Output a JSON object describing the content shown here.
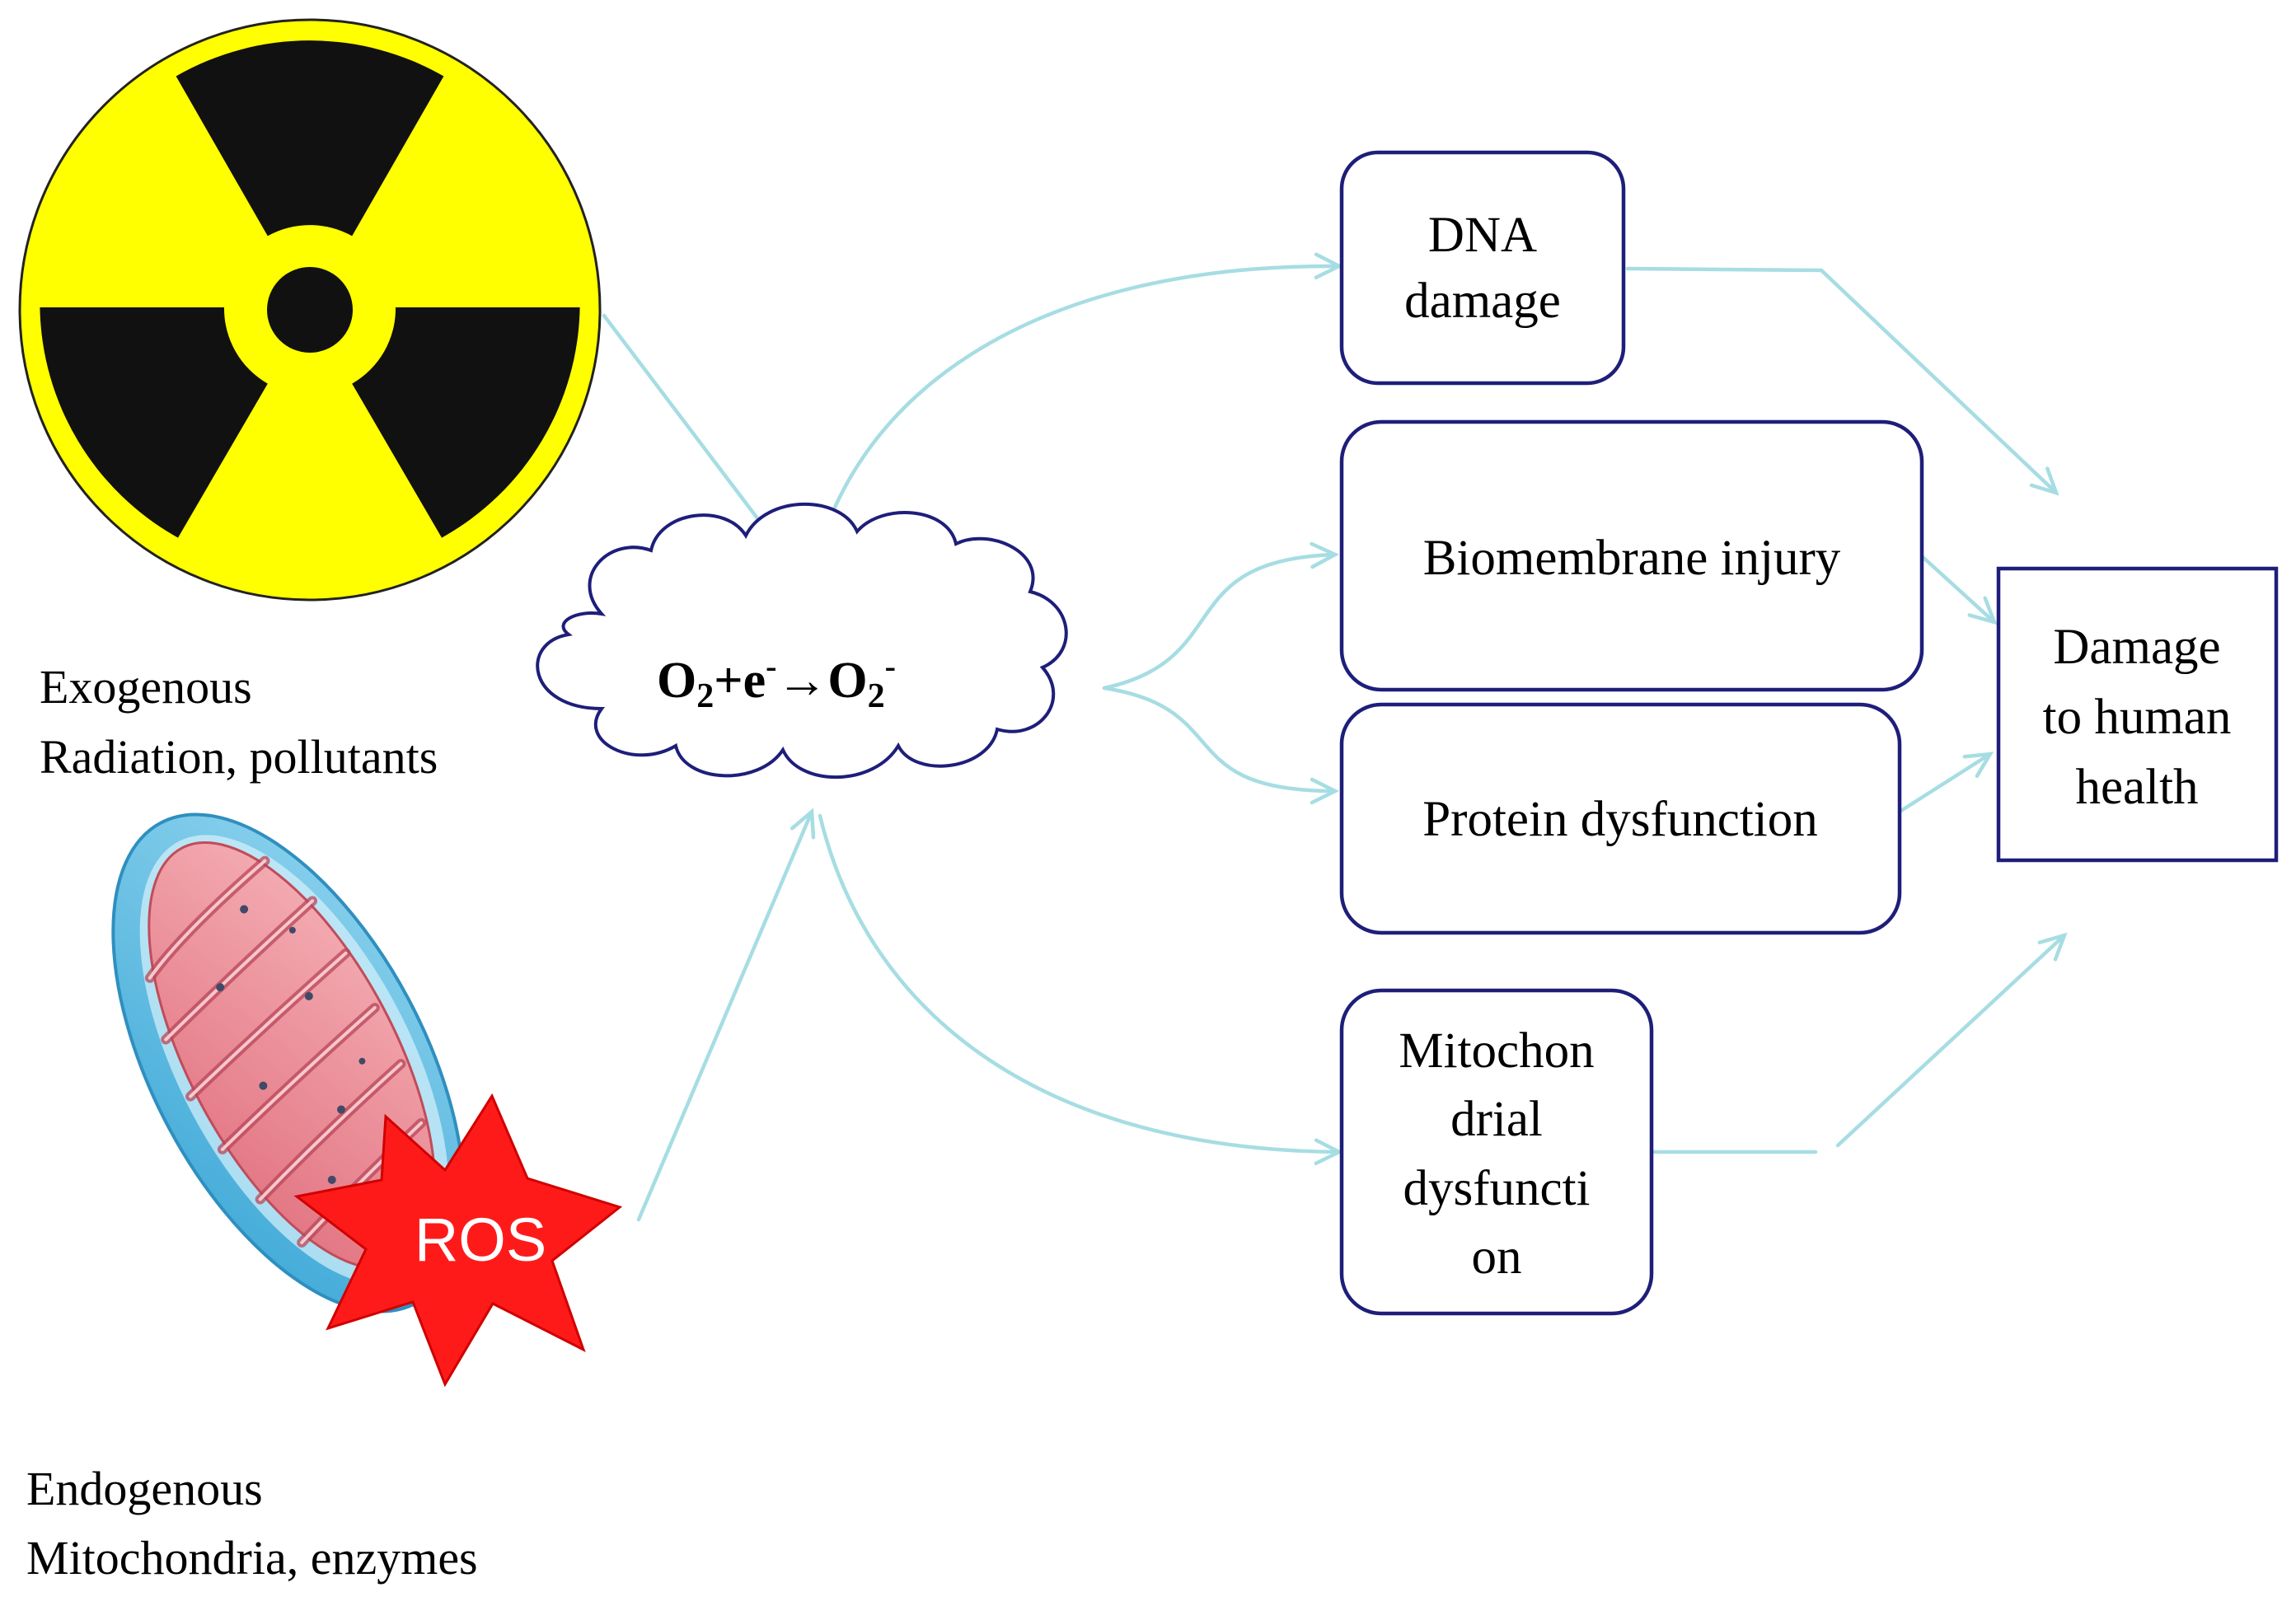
{
  "colors": {
    "arrow": "#a6dde3",
    "box_border": "#1e1e7a",
    "radiation_yellow": "#ffff00",
    "radiation_black": "#111111",
    "ros_burst": "#ff1a1a",
    "mito_outer": "#5bbbe0",
    "mito_inner": "#f08c96"
  },
  "sources": {
    "exogenous": {
      "line1": "Exogenous",
      "line2": "Radiation, pollutants",
      "icon": "radiation-symbol-icon"
    },
    "endogenous": {
      "line1": "Endogenous",
      "line2": "Mitochondria, enzymes",
      "icon": "mitochondrion-icon",
      "badge": "ROS"
    }
  },
  "reaction": {
    "o1": "O",
    "sub1": "2",
    "plus": "+e",
    "sup1": "-",
    "arrow": "→O",
    "sub2": "2",
    "sup2": "-"
  },
  "effects": {
    "dna": {
      "line1": "DNA",
      "line2": "damage"
    },
    "biomembrane": {
      "label": "Biomembrane injury"
    },
    "protein": {
      "label": "Protein dysfunction"
    },
    "mito": {
      "line1": "Mitochon",
      "line2": "drial",
      "line3": "dysfuncti",
      "line4": "on"
    }
  },
  "outcome": {
    "line1": "Damage",
    "line2": "to human",
    "line3": "health"
  }
}
